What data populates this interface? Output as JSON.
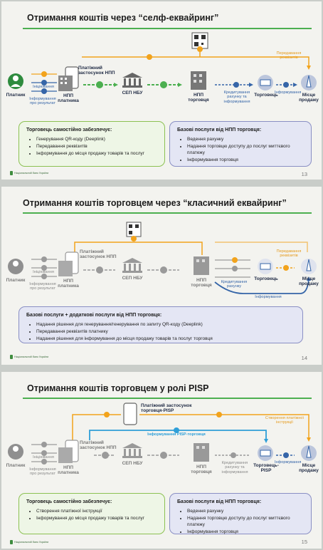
{
  "slides": [
    {
      "title": "Отримання коштів через “селф-еквайринг”",
      "page": "13",
      "actors": {
        "payer": "Платник",
        "npp_payer": "НПП платника",
        "app": "Платіжний застосунок НПП",
        "sep": "СЕП НБУ",
        "npp_merchant": "НПП торговця",
        "merchant": "Торговець",
        "place": "Місце продажу"
      },
      "labels": {
        "initiation": "Ініціювання",
        "info_result": "Інформування про результат",
        "details": "Передавання реквізитів",
        "account_info": "Кредитування рахунку та інформування",
        "informing": "Інформування"
      },
      "left_box": {
        "title": "Торговець самостійно забезпечує:",
        "items": [
          "Генерування QR-коду (Deeplink)",
          "Передавання реквізитів",
          "Інформування до місця продажу товарів та послуг"
        ]
      },
      "right_box": {
        "title": "Базові послуги від НПП торговця:",
        "items": [
          "Ведення рахунку",
          "Надання торговцю доступу до послуг миттєвого платежу",
          "Інформування торговця"
        ]
      }
    },
    {
      "title": "Отримання коштів торговцем через “класичний еквайринг”",
      "page": "14",
      "actors": {
        "payer": "Платник",
        "npp_payer": "НПП платника",
        "app": "Платіжний застосунок НПП",
        "sep": "СЕП НБУ",
        "npp_merchant": "НПП торговця",
        "merchant": "Торговець",
        "place": "Місце продажу"
      },
      "labels": {
        "initiation": "Ініціювання",
        "info_result": "Інформування про результат",
        "details": "Передавання реквізитів",
        "account_credit": "Кредитування рахунку",
        "informing": "Інформування"
      },
      "wide_box": {
        "title": "Базові послуги + додаткові послуги від НПП торговця:",
        "items": [
          "Надання рішення для генерування/генерування по запиту QR-коду (Deeplink)",
          "Передавання реквізитів платнику",
          "Надання рішення для інформування до місця продажу товарів та послуг торговця"
        ]
      }
    },
    {
      "title": "Отримання коштів торговцем у ролі PISP",
      "page": "15",
      "actors": {
        "payer": "Платник",
        "npp_payer": "НПП платника",
        "app": "Платіжний застосунок НПП",
        "app_pisp": "Платіжний застосунок торговця-PISP",
        "sep": "СЕП НБУ",
        "npp_merchant": "НПП торговця",
        "merchant": "Торговець-PISP",
        "place": "Місце продажу"
      },
      "labels": {
        "initiation": "Ініціювання",
        "info_result": "Інформування про результат",
        "create_instruction": "Створення платіжної інструкції",
        "info_pisp": "Інформування PISP-торговця",
        "account_info": "Кредитування рахунку та інформування",
        "informing": "Інформування"
      },
      "left_box": {
        "title": "Торговець самостійно забезпечує:",
        "items": [
          "Створення платіжної інструкції",
          "Інформування до місця продажу товарів та послуг"
        ]
      },
      "right_box": {
        "title": "Базові послуги від НПП торговця:",
        "items": [
          "Ведення рахунку",
          "Надання торговцю доступу до послуг миттєвого платежу",
          "Інформування торговця"
        ]
      }
    }
  ],
  "logo_text": "Національний банк України",
  "colors": {
    "green": "#4caf50",
    "blue": "#3565a8",
    "orange": "#f2a31c",
    "light_blue": "#2f9fd8",
    "grey": "#9a9a9a"
  }
}
